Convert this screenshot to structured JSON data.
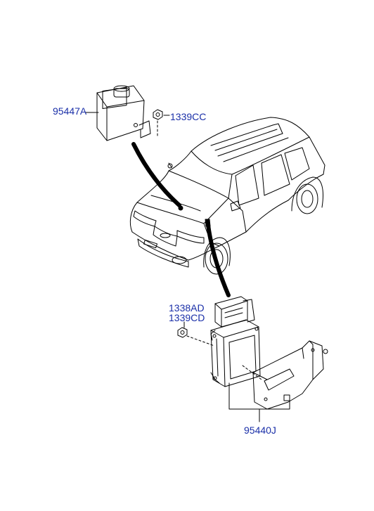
{
  "diagram": {
    "part_labels": {
      "module_upper": "95447A",
      "nut_upper": "1339CC",
      "bolt_lower_a": "1338AD",
      "bolt_lower_b": "1339CD",
      "ecu_assembly": "95440J"
    },
    "colors": {
      "label_text": "#1a2fa8",
      "line_art": "#000000",
      "background": "#ffffff"
    }
  }
}
